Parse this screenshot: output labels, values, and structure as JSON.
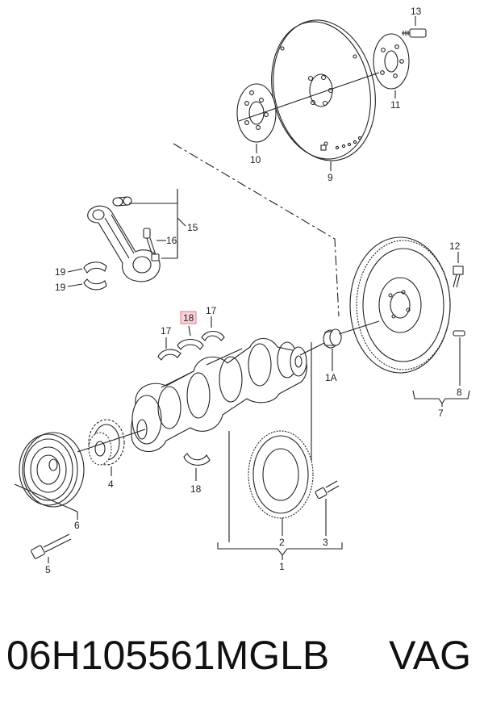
{
  "labels": {
    "l1": "1",
    "l1A": "1A",
    "l2": "2",
    "l3": "3",
    "l4": "4",
    "l5": "5",
    "l6": "6",
    "l7": "7",
    "l8": "8",
    "l9": "9",
    "l10": "10",
    "l11": "11",
    "l12": "12",
    "l13": "13",
    "l15": "15",
    "l16": "16",
    "l17a": "17",
    "l17b": "17",
    "l18": "18",
    "l18b": "18",
    "l19a": "19",
    "l19b": "19"
  },
  "highlight": {
    "color": "#f8d3d8",
    "border": "#e07a8a"
  },
  "footer": {
    "part_number": "06H105561MGLB",
    "brand": "VAG"
  }
}
